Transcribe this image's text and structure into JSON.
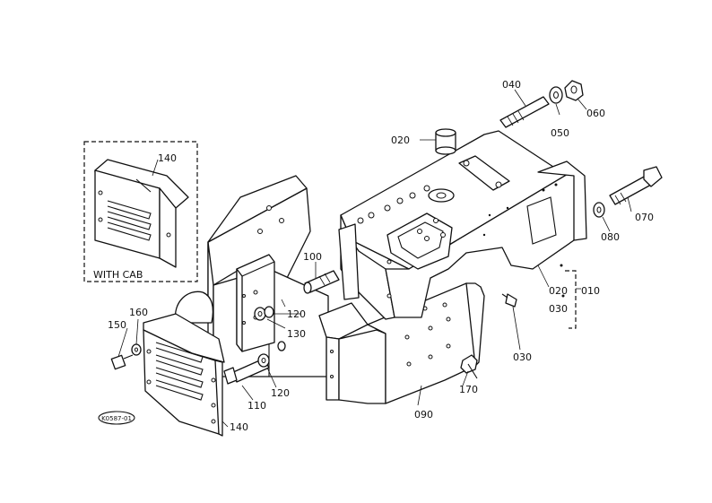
{
  "diagram": {
    "group_label": "WITH CAB",
    "figure_code": "K0587-01",
    "callouts": {
      "p010": "010",
      "p020a": "020",
      "p020b": "020",
      "p030a": "030",
      "p030b": "030",
      "p040": "040",
      "p050": "050",
      "p060": "060",
      "p070": "070",
      "p080": "080",
      "p090": "090",
      "p100": "100",
      "p110": "110",
      "p120a": "120",
      "p120b": "120",
      "p130": "130",
      "p140a": "140",
      "p140b": "140",
      "p150": "150",
      "p160": "160",
      "p170": "170"
    }
  }
}
